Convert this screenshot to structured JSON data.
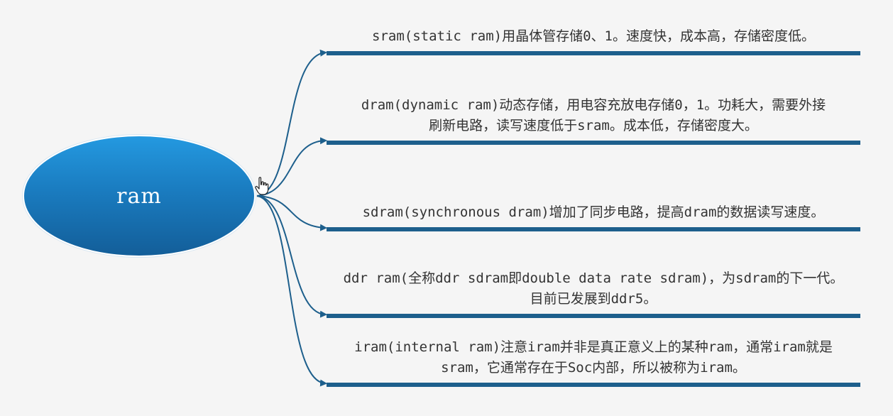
{
  "root": {
    "label": "ram"
  },
  "branches": [
    {
      "id": "sram",
      "lines": [
        "sram(static ram)用晶体管存储0、1。速度快，成本高，存储密度低。"
      ]
    },
    {
      "id": "dram",
      "lines": [
        "dram(dynamic ram)动态存储，用电容充放电存储0，1。功耗大，需要外接",
        "刷新电路，读写速度低于sram。成本低，存储密度大。"
      ]
    },
    {
      "id": "sdram",
      "lines": [
        "sdram(synchronous dram)增加了同步电路，提高dram的数据读写速度。"
      ]
    },
    {
      "id": "ddr",
      "lines": [
        "ddr ram(全称ddr sdram即double data rate sdram)，为sdram的下一代。",
        "目前已发展到ddr5。"
      ]
    },
    {
      "id": "iram",
      "lines": [
        "iram(internal ram)注意iram并非是真正意义上的某种ram，通常iram就是",
        "sram，它通常存在于Soc内部，所以被称为iram。"
      ]
    }
  ],
  "colors": {
    "background": "#f5f5f5",
    "root_fill_top": "#2499e0",
    "root_fill_bottom": "#135e99",
    "connector": "#1d5f8c",
    "text": "#333333"
  },
  "icons": {
    "cursor": "hand-pointer-icon"
  }
}
